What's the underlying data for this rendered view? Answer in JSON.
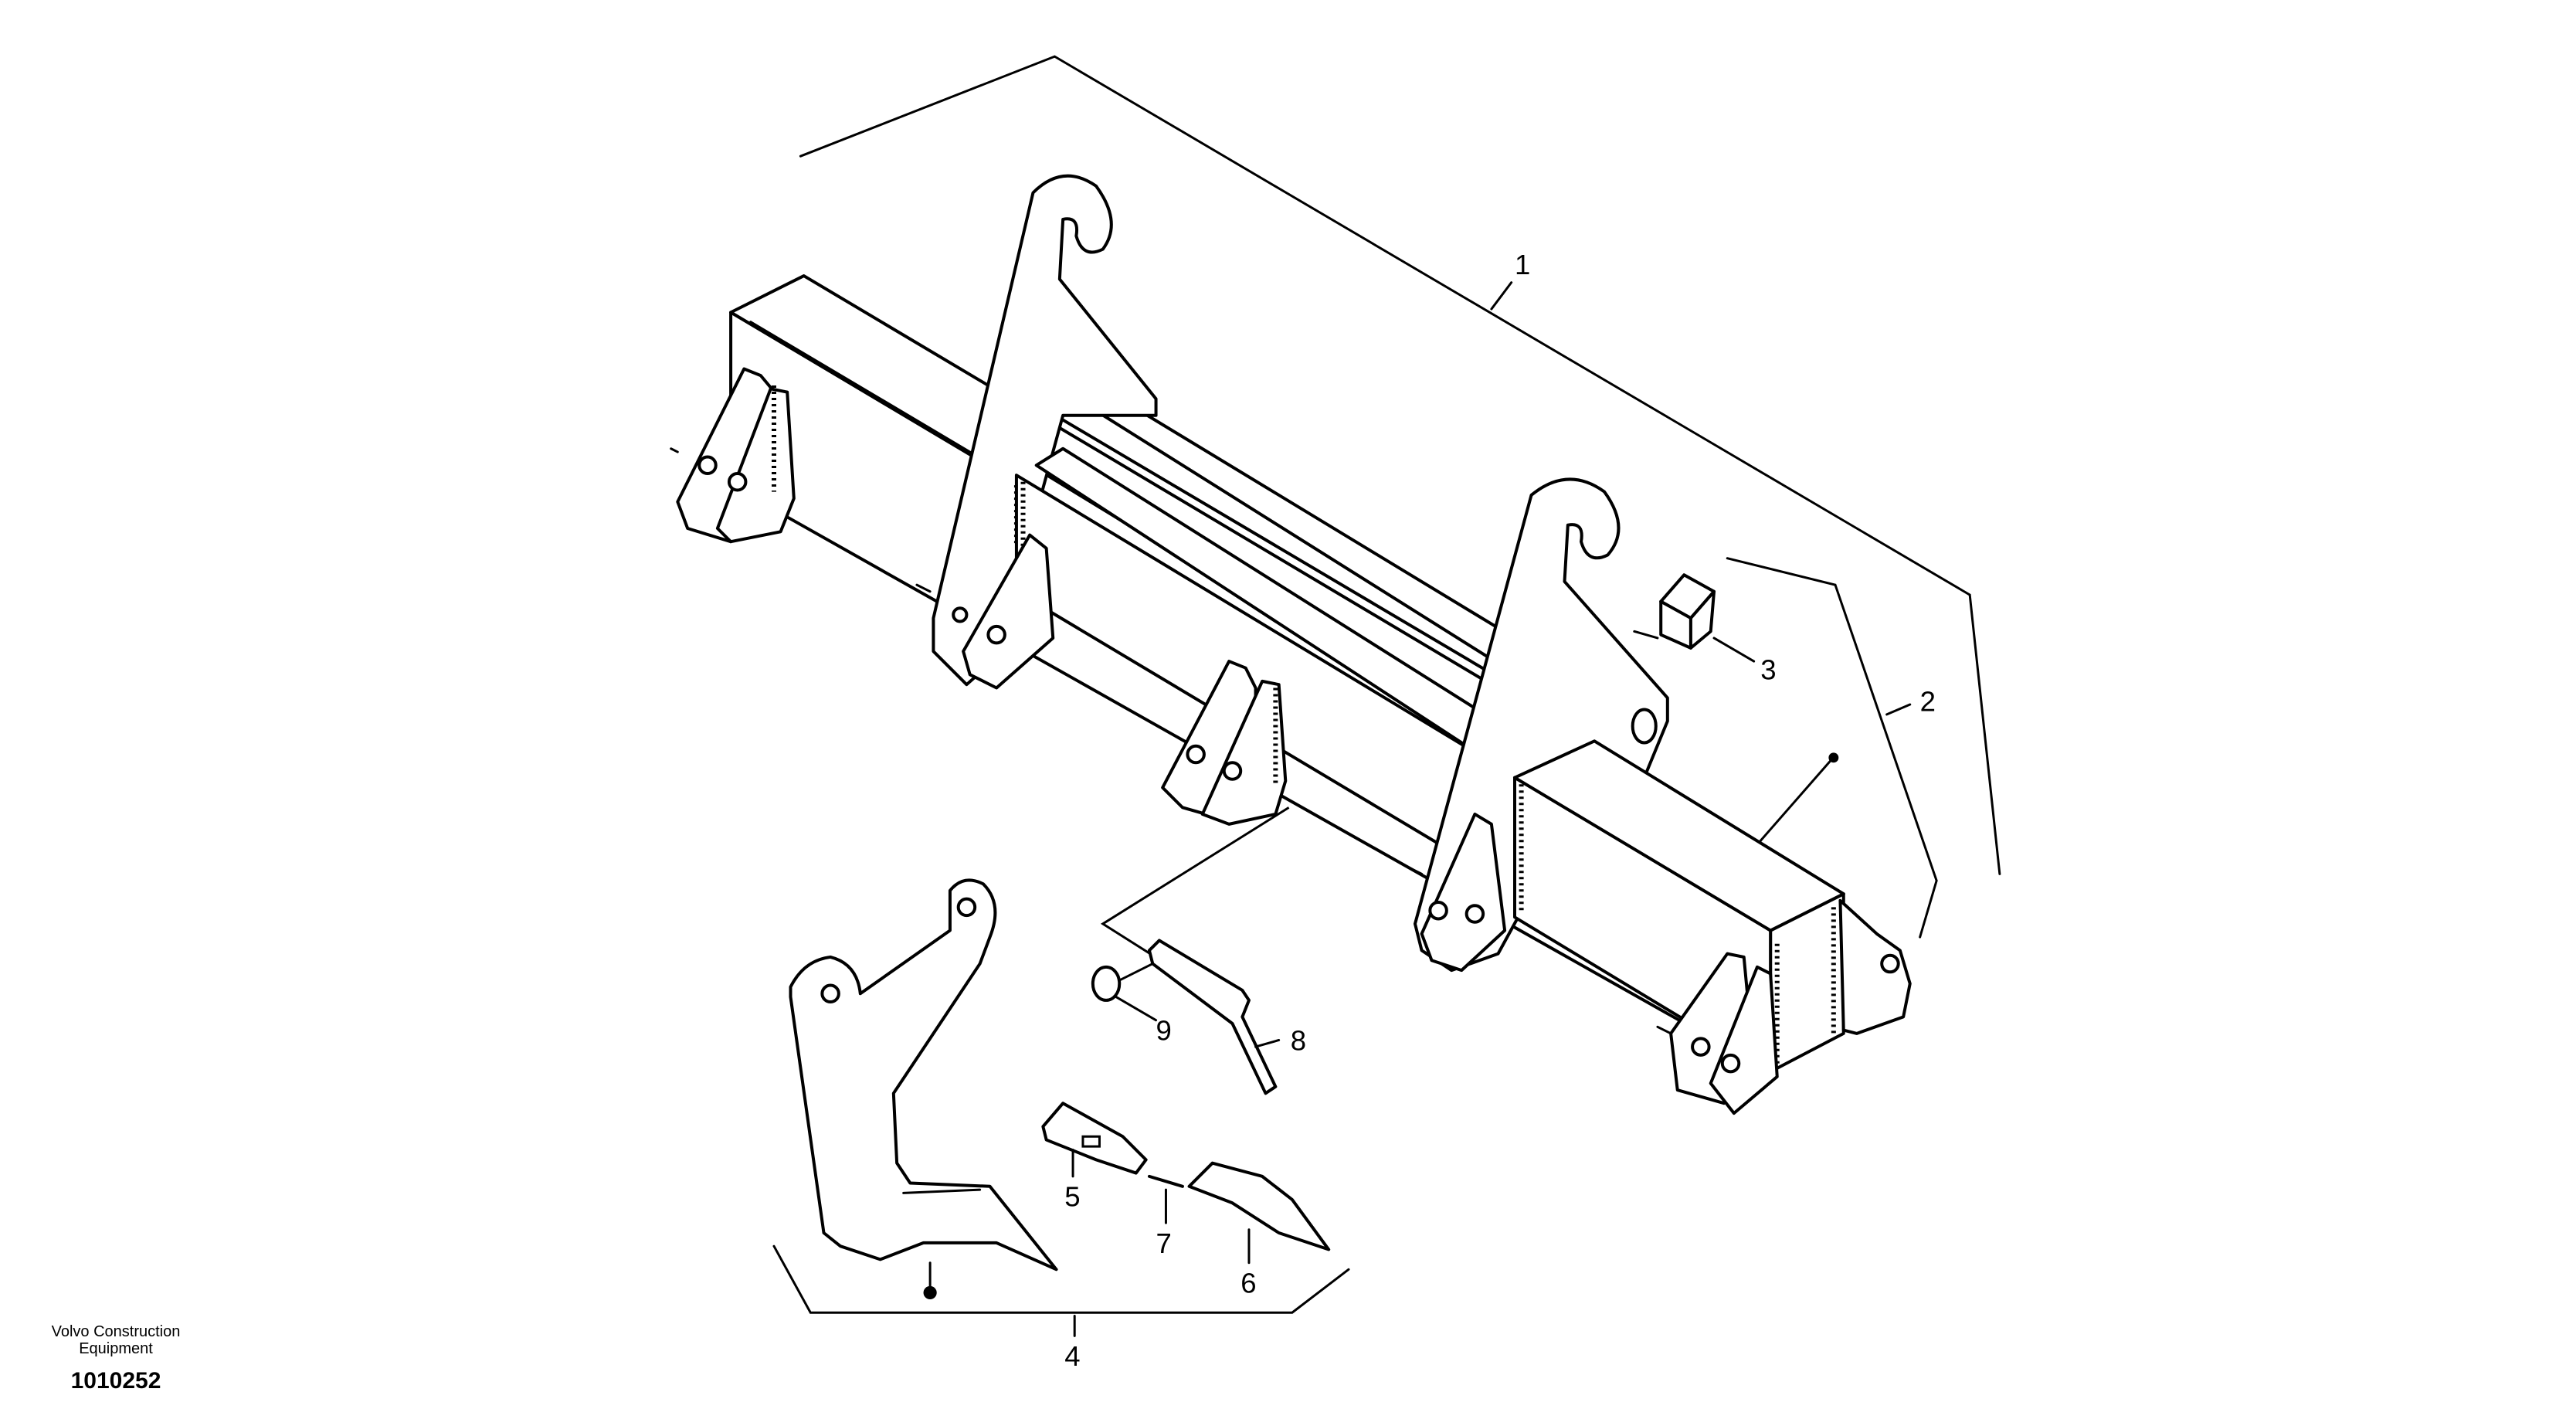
{
  "callouts": {
    "c1": "1",
    "c2": "2",
    "c3": "3",
    "c4": "4",
    "c5": "5",
    "c6": "6",
    "c7": "7",
    "c8": "8",
    "c9": "9"
  },
  "footer": {
    "company": "Volvo Construction Equipment",
    "drawing_number": "1010252"
  }
}
